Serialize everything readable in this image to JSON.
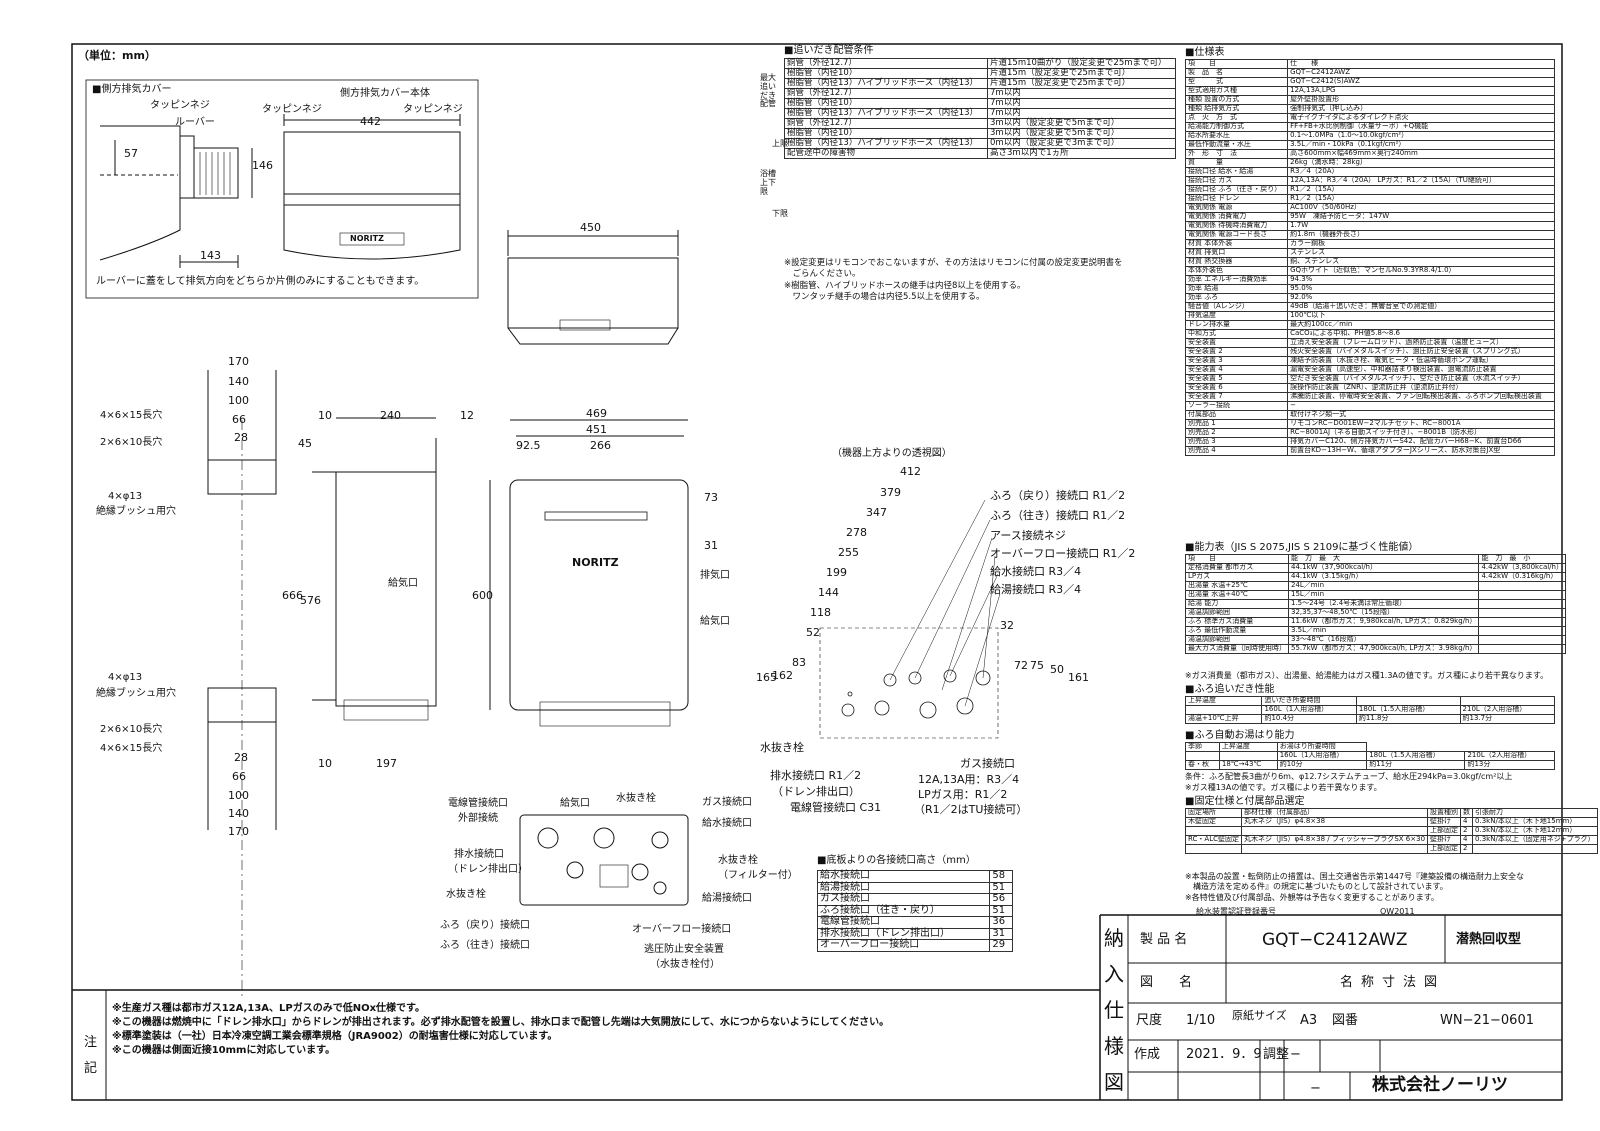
{
  "unit_label": "（単位：mm）",
  "side_cover": {
    "title": "■側方排気カバー",
    "tapping_screw_1": "タッピンネジ",
    "louver": "ルーバー",
    "body_title": "側方排気カバー本体",
    "tapping_screw_2": "タッピンネジ",
    "tapping_screw_3": "タッピンネジ",
    "dim_57": "57",
    "dim_143": "143",
    "dim_442": "442",
    "dim_146": "146",
    "note": "ルーバーに蓋をして排気方向をどちらか片側のみにすることもできます。",
    "brand": "NORITZ"
  },
  "top_view": {
    "dim_450": "450"
  },
  "bracket_views": {
    "dims_top": [
      "170",
      "140",
      "100",
      "66",
      "28"
    ],
    "dims_bottom": [
      "28",
      "66",
      "100",
      "140",
      "170"
    ],
    "hole_1": "4×6×15長穴",
    "hole_2": "2×6×10長穴",
    "hole_3": "4×φ13",
    "bushing": "絶縁ブッシュ用穴",
    "hole_4": "4×φ13",
    "bushing_2": "絶縁ブッシュ用穴",
    "hole_5": "2×6×10長穴",
    "hole_6": "4×6×15長穴"
  },
  "side_view": {
    "dims": [
      "10",
      "240",
      "12",
      "45",
      "666",
      "576",
      "10",
      "197"
    ],
    "intake": "給気口"
  },
  "front_view": {
    "dims": [
      "469",
      "451",
      "92.5",
      "266",
      "73",
      "31",
      "600"
    ],
    "exhaust": "排気口",
    "intake": "給気口",
    "brand": "NORITZ"
  },
  "transparent_view": {
    "title": "（機器上方よりの透視図）",
    "dims_h": [
      "412",
      "379",
      "347",
      "278",
      "255",
      "199",
      "144",
      "118",
      "52"
    ],
    "dims_v": [
      "165",
      "162",
      "83",
      "32",
      "72",
      "75",
      "50",
      "161"
    ],
    "labels": [
      "ふろ（戻り）接続口 R1／2",
      "ふろ（往き）接続口 R1／2",
      "アース接続ネジ",
      "オーバーフロー接続口 R1／2",
      "給水接続口 R3／4",
      "給湯接続口 R3／4"
    ],
    "drain_plug": "水抜き栓",
    "drain_conn": "排水接続口 R1／2",
    "drain_outlet": "（ドレン排出口）",
    "elec_pipe": "電線管接続口 C31",
    "gas_conn": "ガス接続口",
    "gas_note_1": "12A,13A用：R3／4",
    "gas_note_2": "LPガス用：R1／2",
    "gas_note_3": "（R1／2はTU接続可）"
  },
  "bottom_view": {
    "left_labels": [
      "電線管接続口",
      "外部接続",
      "排水接続口",
      "（ドレン排出口）",
      "水抜き栓",
      "ふろ（戻り）接続口",
      "ふろ（往き）接続口"
    ],
    "top_labels": [
      "給気口",
      "水抜き栓"
    ],
    "right_labels": [
      "ガス接続口",
      "給水接続口",
      "水抜き栓",
      "（フィルター付）",
      "給湯接続口",
      "オーバーフロー接続口"
    ],
    "bottom_labels": [
      "逃圧防止安全装置",
      "（水抜き栓付）"
    ]
  },
  "heights_table": {
    "title": "■底板よりの各接続口高さ（mm）",
    "rows": [
      [
        "給水接続口",
        "58"
      ],
      [
        "給湯接続口",
        "51"
      ],
      [
        "ガス接続口",
        "56"
      ],
      [
        "ふろ接続口（往き・戻り）",
        "51"
      ],
      [
        "電線管接続口",
        "36"
      ],
      [
        "排水接続口（ドレン排出口）",
        "31"
      ],
      [
        "オーバーフロー接続口",
        "29"
      ]
    ]
  },
  "piping_conditions": {
    "title": "■追いだき配管条件",
    "group_1": "最大追いだき配管",
    "group_2": "浴槽上下限",
    "sub_up": "上限",
    "sub_down": "下限",
    "rows": [
      [
        "銅管（外径12.7）",
        "片道15m10曲がり（設定変更で25mまで可）"
      ],
      [
        "樹脂管（内径10）",
        "片道15m（設定変更で25mまで可）"
      ],
      [
        "樹脂管（内径13）ハイブリッドホース（内径13）",
        "片道15m（設定変更で25mまで可）"
      ],
      [
        "銅管（外径12.7）",
        "7m以内"
      ],
      [
        "樹脂管（内径10）",
        "7m以内"
      ],
      [
        "樹脂管（内径13）ハイブリッドホース（内径13）",
        "7m以内"
      ],
      [
        "銅管（外径12.7）",
        "3m以内（設定変更で5mまで可）"
      ],
      [
        "樹脂管（内径10）",
        "3m以内（設定変更で5mまで可）"
      ],
      [
        "樹脂管（内径13）ハイブリッドホース（内径13）",
        "0m以内（設定変更で3mまで可）"
      ]
    ],
    "obstacle_label": "配管途中の障害物",
    "obstacle_value": "高さ3m以内で1ヵ所",
    "notes": [
      "※設定変更はリモコンでおこないますが、その方法はリモコンに付属の設定変更説明書を",
      "　ごらんください。",
      "※樹脂管、ハイブリッドホースの継手は内径8以上を使用する。",
      "　ワンタッチ継手の場合は内径5.5以上を使用する。"
    ]
  },
  "spec": {
    "title": "■仕様表",
    "rows": [
      [
        "項　　目",
        "仕　　様"
      ],
      [
        "製　品　名",
        "GQT−C2412AWZ"
      ],
      [
        "型　　　式",
        "GQT−C2412(S)AWZ"
      ],
      [
        "型式適用ガス種",
        "12A,13A,LPG"
      ],
      [
        "種類 設置の方式",
        "屋外壁掛設置形"
      ],
      [
        "種類 給排気方式",
        "強制排気式（押し込み）"
      ],
      [
        "点　火　方　式",
        "電子イグナイタによるダイレクト点火"
      ],
      [
        "給湯能力制御方式",
        "FF+FB+水比例制御（水量サーボ）+Q機能"
      ],
      [
        "給水所要水圧",
        "0.1〜1.0MPa（1.0〜10.0kgf/cm²）"
      ],
      [
        "最低作動流量・水圧",
        "3.5L／min・10kPa（0.1kgf/cm²）"
      ],
      [
        "外　形　寸　法",
        "高さ600mm×幅469mm×奥行240mm"
      ],
      [
        "質　　　量",
        "26kg（満水時：28kg）"
      ],
      [
        "接続口径 給水・給湯",
        "R3／4（20A）"
      ],
      [
        "接続口径 ガス",
        "12A,13A：R3／4（20A） LPガス：R1／2（15A）（TU継続可）"
      ],
      [
        "接続口径 ふろ（往き・戻り）",
        "R1／2（15A）"
      ],
      [
        "接続口径 ドレン",
        "R1／2（15A）"
      ],
      [
        "電気関係 電源",
        "AC100V（50/60Hz）"
      ],
      [
        "電気関係 消費電力",
        "95W　凍結予防ヒータ：147W"
      ],
      [
        "電気関係 待機時消費電力",
        "1.7W"
      ],
      [
        "電気関係 電源コード長さ",
        "約1.8m（機器外長さ）"
      ],
      [
        "材質 本体外装",
        "カラー鋼板"
      ],
      [
        "材質 排気口",
        "ステンレス"
      ],
      [
        "材質 熱交換器",
        "銅、ステンレス"
      ],
      [
        "本体外装色",
        "GQホワイト（近似色：マンセルNo.9.3YR8.4/1.0）"
      ],
      [
        "効率 エネルギー消費効率",
        "94.3%"
      ],
      [
        "効率 給湯",
        "95.0%"
      ],
      [
        "効率 ふろ",
        "92.0%"
      ],
      [
        "騒音値（Aレンジ）",
        "49dB（給湯＋追いだき：無響音室での測定値）"
      ],
      [
        "排気温度",
        "100℃以下"
      ],
      [
        "ドレン排水量",
        "最大約100cc／min"
      ],
      [
        "中和方式",
        "CaCO₃による中和、PH値5.8〜8.6"
      ],
      [
        "安全装置",
        "立消え安全装置（フレームロッド）、過熱防止装置（温度ヒューズ）"
      ],
      [
        "安全装置 2",
        "残火安全装置（バイメタルスイッチ）、過圧防止安全装置（スプリング式）"
      ],
      [
        "安全装置 3",
        "凍結予防装置（水抜き栓、電気ヒータ・低温時循環ポンプ運転）"
      ],
      [
        "安全装置 4",
        "漏電安全装置（高速型）、中和器詰まり検出装置、過電流防止装置"
      ],
      [
        "安全装置 5",
        "空だき安全装置（バイメタルスイッチ）、空だき防止装置（水流スイッチ）"
      ],
      [
        "安全装置 6",
        "誤操作防止装置（ZNR）、逆流防止弁（逆流防止弁付）"
      ],
      [
        "安全装置 7",
        "沸騰防止装置、停電時安全装置、ファン回転検出装置、ふろポンプ回転検出装置"
      ],
      [
        "ソーラー接続",
        "−"
      ],
      [
        "付属部品",
        "取付けネジ類一式"
      ],
      [
        "別売品 1",
        "リモコンRC−D001EW−2マルチセット、RC−8001A"
      ],
      [
        "別売品 2",
        "RC−8001AJ（ネる自動スイッチ付き）、−8001B（防水形）"
      ],
      [
        "別売品 3",
        "排気カバーC120、側方排気カバーS42、配管カバーH68−K、前置台D66"
      ],
      [
        "別売品 4",
        "前置台KD−13H−W、循環アダプターJXシリーズ、防水対策台JX型"
      ]
    ]
  },
  "capacity": {
    "title": "■能力表（JIS S 2075,JIS S 2109に基づく性能値）",
    "rows": [
      [
        "項　　目",
        "能　力　最　大",
        "能　力　最　小"
      ],
      [
        "定格消費量 都市ガス",
        "44.1kW（37,900kcal/h）",
        "4.42kW（3,800kcal/h）"
      ],
      [
        "LPガス",
        "44.1kW（3.15kg/h）",
        "4.42kW（0.316kg/h）"
      ],
      [
        "出湯量 水温+25℃",
        "24L／min",
        ""
      ],
      [
        "出湯量 水温+40℃",
        "15L／min",
        ""
      ],
      [
        "給湯 能力",
        "1.5〜24号（2.4号未満は常圧循環）",
        ""
      ],
      [
        "湯温調節範囲",
        "32,35,37〜48,50℃（15段階）",
        ""
      ],
      [
        "ふろ 標準ガス消費量",
        "11.6kW（都市ガス：9,980kcal/h, LPガス：0.829kg/h）",
        ""
      ],
      [
        "ふろ 最低作動流量",
        "3.5L／min",
        ""
      ],
      [
        "湯温調節範囲",
        "33〜48℃（16段階）",
        ""
      ],
      [
        "最大ガス消費量（同時使用時）",
        "55.7kW（都市ガス：47,900kcal/h, LPガス：3.98kg/h）",
        ""
      ]
    ],
    "note": "※ガス消費量（都市ガス）、出湯量、給湯能力はガス種1.3Aの値です。ガス種により若干異なります。"
  },
  "reheat": {
    "title": "■ふろ追いだき性能",
    "header": [
      "上昇温度",
      "追いだき所要時間",
      "",
      ""
    ],
    "sub": [
      "",
      "160L（1人用浴槽）",
      "180L（1.5人用浴槽）",
      "210L（2人用浴槽）"
    ],
    "row": [
      "湯温+10℃上昇",
      "約10.4分",
      "約11.8分",
      "約13.7分"
    ]
  },
  "autofill": {
    "title": "■ふろ自動お湯はり能力",
    "header": [
      "季節",
      "上昇温度",
      "お湯はり所要時間"
    ],
    "sub": [
      "",
      "",
      "160L（1人用浴槽）",
      "180L（1.5人用浴槽）",
      "210L（2人用浴槽）"
    ],
    "row": [
      "春・秋",
      "18℃→43℃",
      "約10分",
      "約11分",
      "約13分"
    ],
    "note_1": "条件：ふろ配管長3曲がり6m、φ12.7システムチューブ、給水圧294kPa=3.0kgf/cm²以上",
    "note_2": "※ガス種13Aの値です。ガス種により若干異なります。"
  },
  "fixing": {
    "title": "■固定仕様と付属部品選定",
    "header": [
      "固定場所",
      "部材仕様（付属部品）",
      "設置種別",
      "数",
      "引張耐力"
    ],
    "rows": [
      [
        "木壁固定",
        "丸木ネジ（JIS）φ4.8×38",
        "壁掛け",
        "4",
        "0.3kN/本以上（木下地15mm）"
      ],
      [
        "",
        "",
        "上部固定",
        "2",
        "0.3kN/本以上（木下地12mm）"
      ],
      [
        "RC・ALC壁固定",
        "丸木ネジ（JIS）φ4.8×38 / フィッシャープラグSX 6×30",
        "壁掛け",
        "4",
        "0.3kN/本以上（固定用ネジ+プラグ）"
      ],
      [
        "",
        "",
        "上部固定",
        "2",
        ""
      ]
    ],
    "notes": [
      "※本製品の設置・転倒防止の措置は、国土交通省告示第1447号『建築設備の構造耐力上安全な",
      "　構造方法を定める件』の規定に基づいたものとして設計されています。",
      "※各特性値及び付属部品、外観等は予告なく変更することがあります。"
    ],
    "cert_label": "給水装置認証登録番号",
    "cert_value": "OW2011"
  },
  "title_block": {
    "side_label": [
      "納",
      "入",
      "仕",
      "様",
      "図"
    ],
    "product_label": "製 品 名",
    "product_value": "GQT−C2412AWZ",
    "product_type": "潜熱回収型",
    "drawing_label": "図　　名",
    "drawing_value": "名称寸法図",
    "scale_label": "尺度",
    "scale_value": "1/10",
    "paper_label": "原紙サイズ",
    "paper_value": "A3",
    "dwgno_label": "図番",
    "dwgno_value": "WN−21−0601",
    "made_label": "作成",
    "made_value": "2021．9．9",
    "check_label": "調整",
    "check_value": "−",
    "dash": "−",
    "company": "株式会社ノーリツ"
  },
  "notes": {
    "label": "注記",
    "lines": [
      "※生産ガス種は都市ガス12A,13A、LPガスのみで低NOx仕様です。",
      "※この機器は燃焼中に「ドレン排水口」からドレンが排出されます。必ず排水配管を設置し、排水口まで配管し先端は大気開放にして、水につからないようにしてください。",
      "※標準塗装は（一社）日本冷凍空調工業会標準規格（JRA9002）の耐塩害仕様に対応しています。",
      "※この機器は側面近接10mmに対応しています。"
    ]
  }
}
